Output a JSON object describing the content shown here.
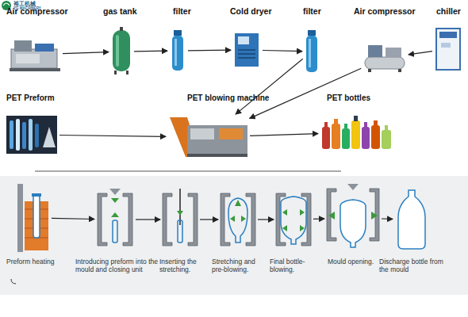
{
  "diagram": {
    "nodes": [
      {
        "text": [
          "Air compressor"
        ]
      },
      {
        "text": [
          "gas tank"
        ]
      },
      {
        "text": [
          "filter"
        ]
      },
      {
        "text": [
          "Cold dryer"
        ]
      },
      {
        "text": [
          "filter"
        ]
      },
      {
        "text": [
          "Air compressor"
        ]
      },
      {
        "text": [
          "chiller"
        ]
      },
      {
        "text": [
          "PET Preform"
        ]
      },
      {
        "text": [
          "PET blowing machine"
        ]
      },
      {
        "text": [
          "PET bottles"
        ]
      },
      {
        "text": [
          "Preform heating"
        ]
      },
      {
        "text": [
          "Introducing preform into the mould and closing unit"
        ]
      },
      {
        "text": [
          "Inserting the stretching."
        ]
      },
      {
        "text": [
          "Stretching and pre-blowing."
        ]
      },
      {
        "text": [
          "Final bottle-blowing."
        ]
      },
      {
        "text": [
          "Mould opening."
        ]
      },
      {
        "text": [
          "Discharge bottle from the mould"
        ]
      }
    ],
    "edges": [
      {
        "from": 0,
        "to": 1,
        "arrow": "to"
      },
      {
        "from": 1,
        "to": 2,
        "arrow": "to"
      },
      {
        "from": 2,
        "to": 3,
        "arrow": "to"
      },
      {
        "from": 3,
        "to": 4,
        "arrow": "to"
      },
      {
        "from": 4,
        "to": 8,
        "arrow": "to"
      },
      {
        "from": 6,
        "to": 5,
        "arrow": "to"
      },
      {
        "from": 5,
        "to": 8,
        "arrow": "to"
      },
      {
        "from": 7,
        "to": 8,
        "arrow": "to"
      },
      {
        "from": 8,
        "to": 9,
        "arrow": "to"
      },
      {
        "from": 10,
        "to": 11,
        "arrow": "to"
      },
      {
        "from": 11,
        "to": 12,
        "arrow": "to"
      },
      {
        "from": 12,
        "to": 13,
        "arrow": "to"
      },
      {
        "from": 13,
        "to": 14,
        "arrow": "to"
      },
      {
        "from": 14,
        "to": 15,
        "arrow": "to"
      },
      {
        "from": 15,
        "to": 16,
        "arrow": "to"
      }
    ],
    "labels": [
      "裕工机械",
      "YG MACHINERY"
    ]
  }
}
